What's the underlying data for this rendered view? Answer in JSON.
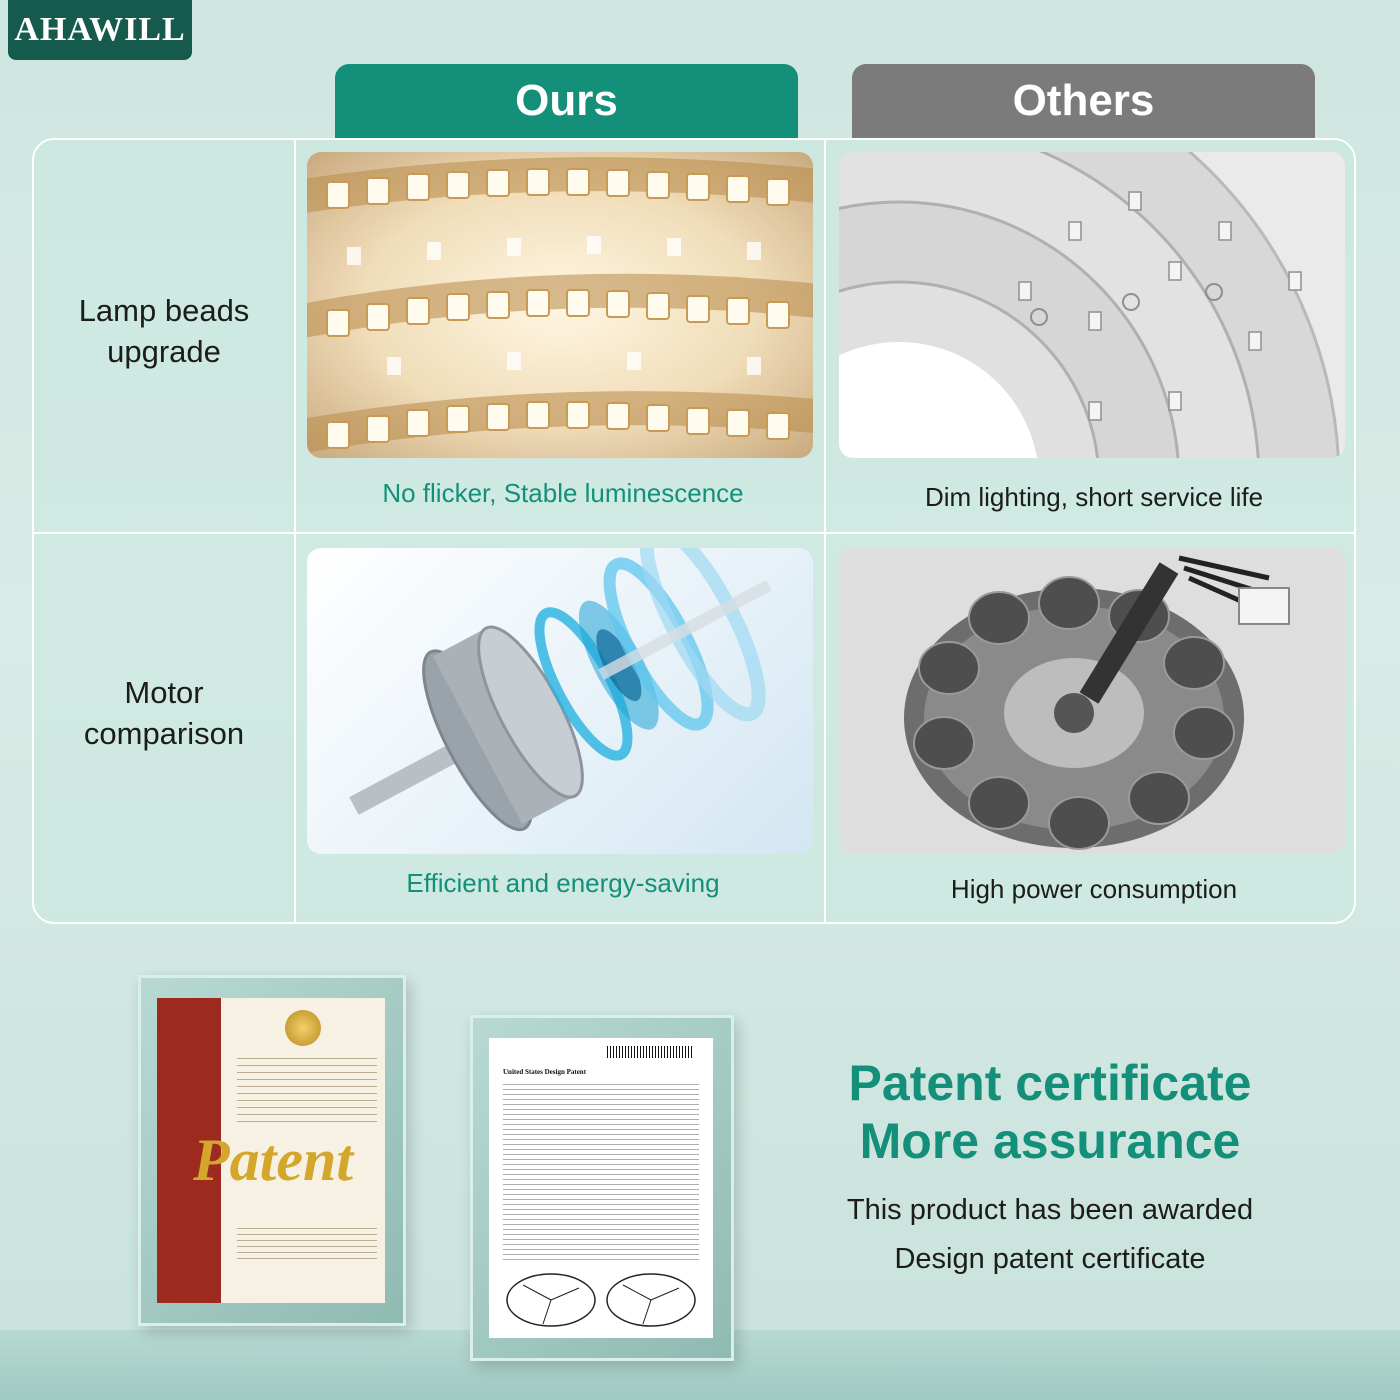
{
  "brand": {
    "logo_text": "AHAWILL"
  },
  "columns": {
    "ours": "Ours",
    "others": "Others"
  },
  "rows": [
    {
      "label_line1": "Lamp beads",
      "label_line2": "upgrade",
      "ours_caption": "No flicker, Stable luminescence",
      "others_caption": "Dim lighting, short service life"
    },
    {
      "label_line1": "Motor",
      "label_line2": "comparison",
      "ours_caption": "Efficient and energy-saving",
      "others_caption": "High power consumption"
    }
  ],
  "patent": {
    "title_line1": "Patent certificate",
    "title_line2": "More assurance",
    "sub_line1": "This product has been awarded",
    "sub_line2": "Design patent certificate",
    "certificate_word": "Patent",
    "document_title": "United States Design Patent"
  },
  "colors": {
    "accent": "#14907a",
    "others": "#7b7b7b",
    "logo_bg": "#155a4d"
  }
}
